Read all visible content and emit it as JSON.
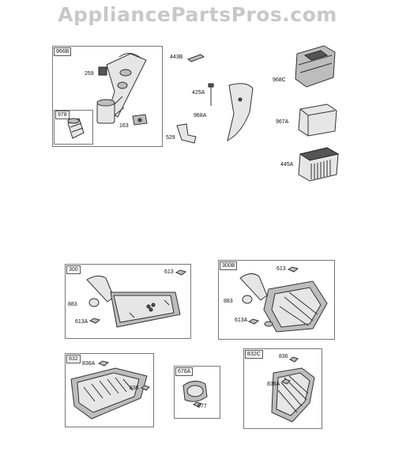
{
  "site": {
    "watermark": "AppliancePartsPros.com"
  },
  "groups": [
    {
      "id": "966B",
      "tag": "966B"
    },
    {
      "id": "978",
      "tag": "978"
    },
    {
      "id": "300",
      "tag": "300"
    },
    {
      "id": "300B",
      "tag": "300B"
    },
    {
      "id": "832",
      "tag": "832"
    },
    {
      "id": "676A",
      "tag": "676A"
    },
    {
      "id": "832C",
      "tag": "832C"
    }
  ],
  "labels": {
    "p259": "259",
    "p163": "163",
    "p443B": "443B",
    "p425A": "425A",
    "p968A": "968A",
    "p529": "529",
    "p968C": "968C",
    "p967A": "967A",
    "p445A": "445A",
    "g300_613": "613",
    "g300_883": "883",
    "g300_613A": "613A",
    "g300B_613": "613",
    "g300B_883": "883",
    "g300B_613A": "613A",
    "g832_836A": "836A",
    "g832_836": "836",
    "g676A_677": "677",
    "g832C_836": "836",
    "g832C_836A": "836A"
  }
}
